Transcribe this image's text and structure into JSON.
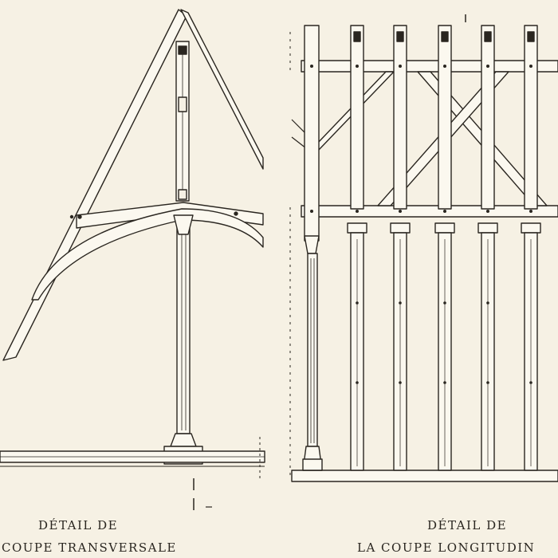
{
  "captions": {
    "left_line1": "DÉTAIL DE",
    "left_line2": "COUPE TRANSVERSALE",
    "right_line1": "DÉTAIL DE",
    "right_line2": "LA COUPE LONGITUDIN"
  },
  "colors": {
    "paper": "#f6f1e4",
    "ink": "#2a2620",
    "timber": "#fbf8ef"
  }
}
